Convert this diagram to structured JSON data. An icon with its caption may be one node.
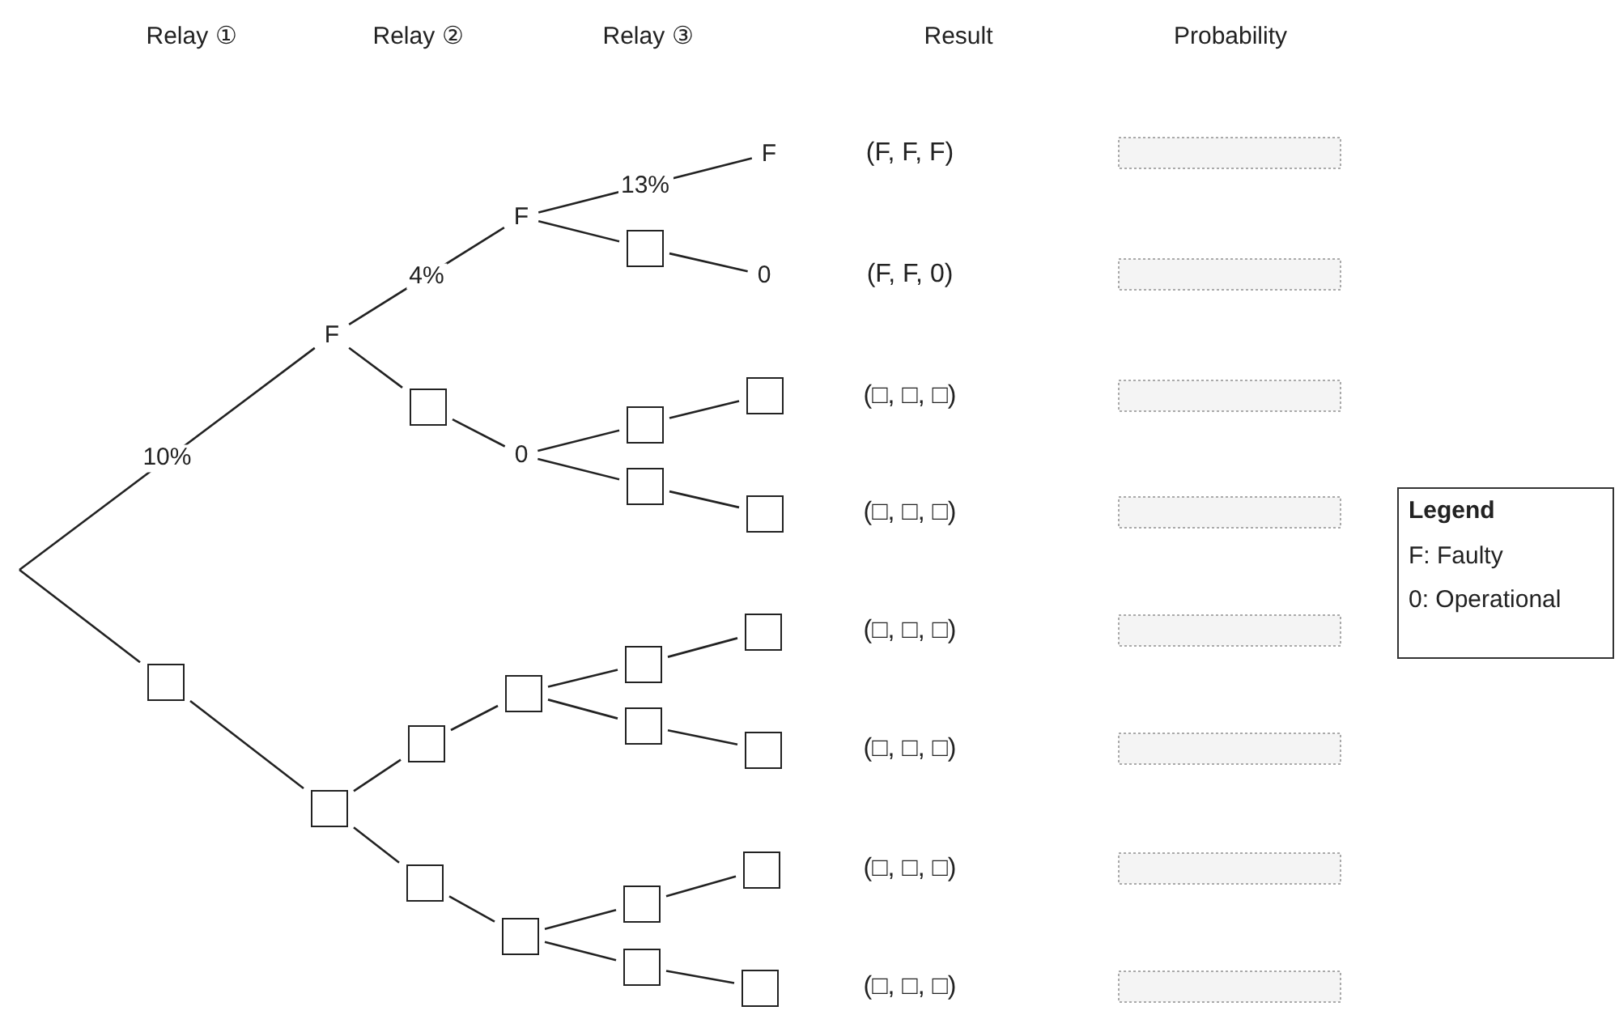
{
  "diagram": {
    "nodes": [
      {
        "text": [
          "F"
        ]
      },
      {
        "text": [],
        "shape": "box"
      },
      {
        "text": [],
        "shape": "box"
      },
      {
        "text": [
          "F"
        ]
      },
      {
        "text": [],
        "shape": "box"
      },
      {
        "text": [
          "0"
        ]
      },
      {
        "text": [],
        "shape": "box"
      },
      {
        "text": [],
        "shape": "box"
      },
      {
        "text": [],
        "shape": "box"
      },
      {
        "text": [],
        "shape": "box"
      },
      {
        "text": [],
        "shape": "box"
      },
      {
        "text": [],
        "shape": "box"
      },
      {
        "text": [],
        "shape": "box"
      },
      {
        "text": [],
        "shape": "box"
      },
      {
        "text": [],
        "shape": "box"
      },
      {
        "text": [],
        "shape": "box"
      },
      {
        "text": [],
        "shape": "box"
      },
      {
        "text": [
          "F"
        ]
      },
      {
        "text": [
          "0"
        ]
      },
      {
        "text": [],
        "shape": "box"
      },
      {
        "text": [],
        "shape": "box"
      },
      {
        "text": [],
        "shape": "box"
      },
      {
        "text": [],
        "shape": "box"
      },
      {
        "text": [],
        "shape": "box"
      },
      {
        "text": [],
        "shape": "box"
      }
    ],
    "edges": [
      {
        "from": null,
        "to": 0,
        "arrow": "none",
        "label": "10%"
      },
      {
        "from": null,
        "to": 1,
        "arrow": "none"
      },
      {
        "from": 1,
        "to": 2,
        "arrow": "none"
      },
      {
        "from": 0,
        "to": 3,
        "arrow": "none",
        "label": "4%"
      },
      {
        "from": 0,
        "to": 4,
        "arrow": "none"
      },
      {
        "from": 4,
        "to": 5,
        "arrow": "none"
      },
      {
        "from": 2,
        "to": 6,
        "arrow": "none"
      },
      {
        "from": 6,
        "to": 7,
        "arrow": "none"
      },
      {
        "from": 2,
        "to": 8,
        "arrow": "none"
      },
      {
        "from": 8,
        "to": 9,
        "arrow": "none"
      },
      {
        "from": 3,
        "to": 17,
        "arrow": "none",
        "label": "13%"
      },
      {
        "from": 3,
        "to": 10,
        "arrow": "none"
      },
      {
        "from": 10,
        "to": 18,
        "arrow": "none"
      },
      {
        "from": 5,
        "to": 11,
        "arrow": "none"
      },
      {
        "from": 11,
        "to": 19,
        "arrow": "none"
      },
      {
        "from": 5,
        "to": 12,
        "arrow": "none"
      },
      {
        "from": 12,
        "to": 20,
        "arrow": "none"
      },
      {
        "from": 7,
        "to": 13,
        "arrow": "none"
      },
      {
        "from": 13,
        "to": 21,
        "arrow": "none"
      },
      {
        "from": 7,
        "to": 14,
        "arrow": "none"
      },
      {
        "from": 14,
        "to": 22,
        "arrow": "none"
      },
      {
        "from": 9,
        "to": 15,
        "arrow": "none"
      },
      {
        "from": 15,
        "to": 23,
        "arrow": "none"
      },
      {
        "from": 9,
        "to": 16,
        "arrow": "none"
      },
      {
        "from": 16,
        "to": 24,
        "arrow": "none"
      }
    ],
    "labels": [
      "Relay ①",
      "Relay ②",
      "Relay ③",
      "Result",
      "Probability",
      "(F, F, F)",
      "(F, F, 0)",
      "(□, □, □)",
      "(□, □, □)",
      "(□, □, □)",
      "(□, □, □)",
      "(□, □, □)",
      "(□, □, □)",
      "Legend"
    ],
    "legend": [
      {
        "text": "F: Faulty"
      },
      {
        "text": "0: Operational"
      }
    ]
  }
}
